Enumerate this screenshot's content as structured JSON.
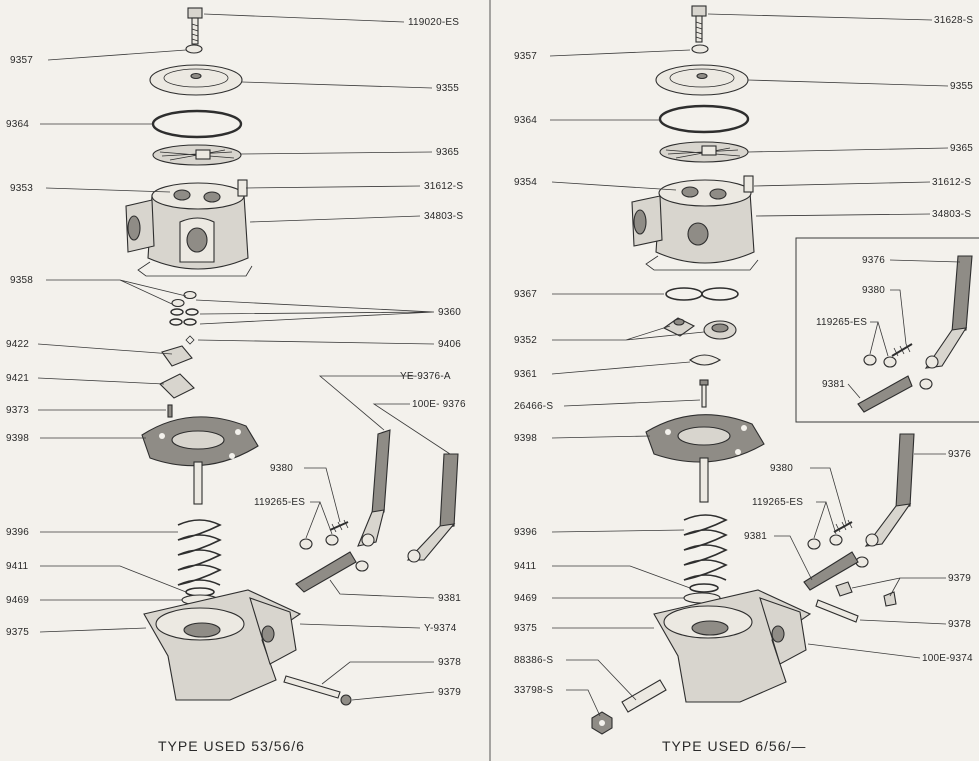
{
  "left_panel": {
    "caption": "TYPE USED 53/56/6",
    "labels_left": [
      "9357",
      "9364",
      "9353",
      "9358",
      "9422",
      "9421",
      "9373",
      "9398",
      "9396",
      "9411",
      "9469",
      "9375"
    ],
    "labels_right": [
      "119020-ES",
      "9355",
      "9365",
      "31612-S",
      "34803-S",
      "9360",
      "9406",
      "YE-9376-A",
      "100E- 9376",
      "9380",
      "119265-ES",
      "9381",
      "Y-9374",
      "9378",
      "9379"
    ]
  },
  "right_panel": {
    "caption": "TYPE USED 6/56/—",
    "labels_left": [
      "9357",
      "9364",
      "9354",
      "9367",
      "9352",
      "9361",
      "26466-S",
      "9398",
      "9396",
      "9411",
      "9469",
      "9375",
      "88386-S",
      "33798-S"
    ],
    "labels_right": [
      "31628-S",
      "9355",
      "9365",
      "31612-S",
      "34803-S",
      "9376",
      "9380",
      "119265-ES",
      "9381",
      "9379",
      "9378",
      "100E-9374"
    ],
    "inset_labels": [
      "9376",
      "9380",
      "119265-ES",
      "9381"
    ]
  }
}
